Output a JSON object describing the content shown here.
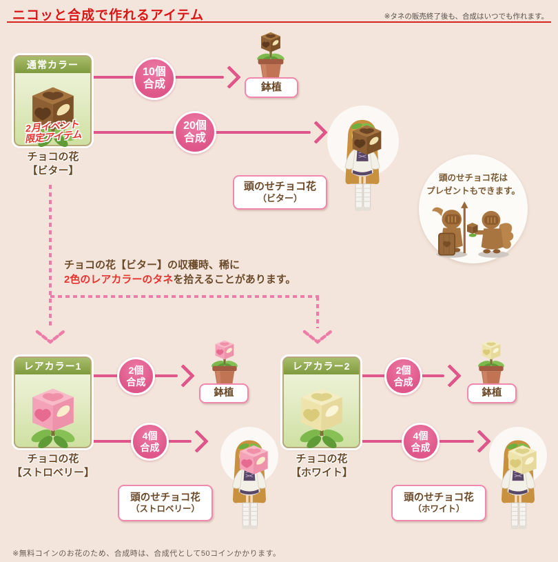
{
  "header": {
    "title": "ニコッと合成で作れるアイテム",
    "note": "※タネの販売終了後も、合成はいつでも作れます。"
  },
  "colors": {
    "background": "#f3e5dc",
    "title_red": "#da1515",
    "accent_pink": "#df578a",
    "dashed_pink": "#ee7ca8",
    "text_brown": "#6b4a2a",
    "tag_green": "#7e9a40",
    "highlight_red": "#e5332e"
  },
  "normal": {
    "tag": "通常カラー",
    "event1": "2月イベント",
    "event2": "限定アイテム",
    "name1": "チョコの花",
    "name2": "【ビター】",
    "badge10_1": "10個",
    "badge10_2": "合成",
    "pot_label": "鉢植",
    "badge20_1": "20個",
    "badge20_2": "合成",
    "head_label1": "頭のせチョコ花",
    "head_label2": "（ビター）"
  },
  "gift": {
    "line1": "頭のせチョコ花は",
    "line2": "プレゼントもできます。"
  },
  "harvest": {
    "line1": "チョコの花【ビター】の収穫時、稀に",
    "red": "2色のレアカラーのタネ",
    "rest": "を拾えることがあります。"
  },
  "rare1": {
    "tag": "レアカラー1",
    "name1": "チョコの花",
    "name2": "【ストロベリー】",
    "badge2_1": "2個",
    "badge2_2": "合成",
    "pot_label": "鉢植",
    "badge4_1": "4個",
    "badge4_2": "合成",
    "head_label1": "頭のせチョコ花",
    "head_label2": "（ストロベリー）"
  },
  "rare2": {
    "tag": "レアカラー2",
    "name1": "チョコの花",
    "name2": "【ホワイト】",
    "badge2_1": "2個",
    "badge2_2": "合成",
    "pot_label": "鉢植",
    "badge4_1": "4個",
    "badge4_2": "合成",
    "head_label1": "頭のせチョコ花",
    "head_label2": "（ホワイト）"
  },
  "footer": {
    "note": "※無料コインのお花のため、合成時は、合成代として50コインかかります。"
  }
}
